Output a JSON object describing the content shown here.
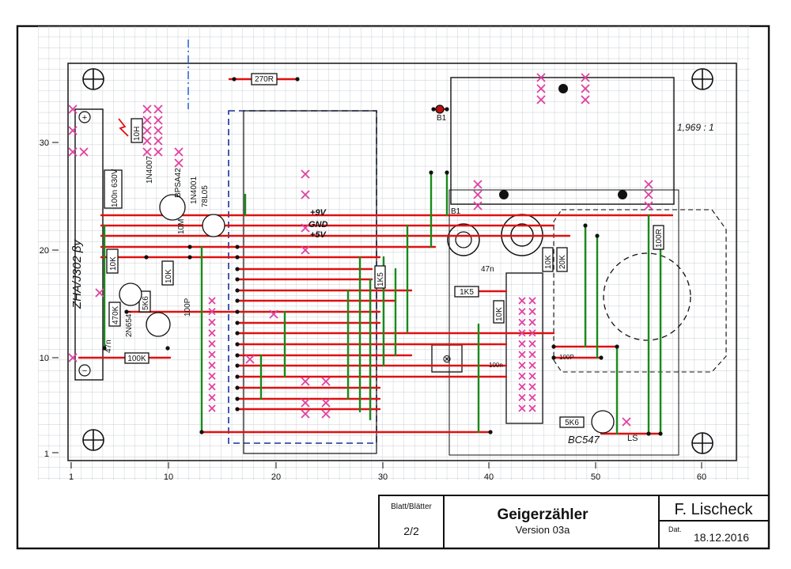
{
  "colors": {
    "grid": "#b8bcc4",
    "track": "#e01010",
    "jumper": "#1a8a1a",
    "cut": "#e040a0",
    "ink": "#111111",
    "blue": "#1a2f9a"
  },
  "drawing": {
    "x_axis_ticks": [
      "1",
      "10",
      "20",
      "30",
      "40",
      "50",
      "60"
    ],
    "y_axis_ticks": [
      "30",
      "20",
      "10",
      "1"
    ],
    "scale_note": "1,969 : 1",
    "rails": {
      "v9": "+9V",
      "gnd": "GND",
      "v5": "+5V"
    },
    "components": {
      "r270": "270R",
      "r10h": "10H",
      "d1n4007": "1N4007",
      "c100n": "100n 630V",
      "bpsa42": "BPSA42",
      "d1n4001": "1N4001",
      "reg78l05": "78L05",
      "r10k_a": "10K",
      "r10k_b": "10K",
      "r10m": "10M",
      "r470k": "470K",
      "r5k6": "5K6",
      "t2n": "2N6547",
      "c100p": "100P",
      "c47n": "47n",
      "r100k": "100K",
      "tube": "ZHA/J302 βy",
      "r1k5": "1K5",
      "c47n2": "47n",
      "r1k5b": "1K5",
      "r10k_c": "10K",
      "r10k_d": "10K",
      "r20k": "20K",
      "r100r": "100R",
      "c100n2": "100n",
      "c100p2": "100P",
      "r5k6b": "5K6",
      "bc547": "BC547",
      "ls": "LS",
      "b1a": "B1",
      "b1b": "B1",
      "plus": "+",
      "minus": "−"
    }
  },
  "title_block": {
    "sheet_label": "Blatt/Blätter",
    "sheet_value": "2/2",
    "title": "Geigerzähler",
    "subtitle": "Version 03a",
    "author": "F. Lischeck",
    "date_label": "Dat.",
    "date": "18.12.2016"
  }
}
